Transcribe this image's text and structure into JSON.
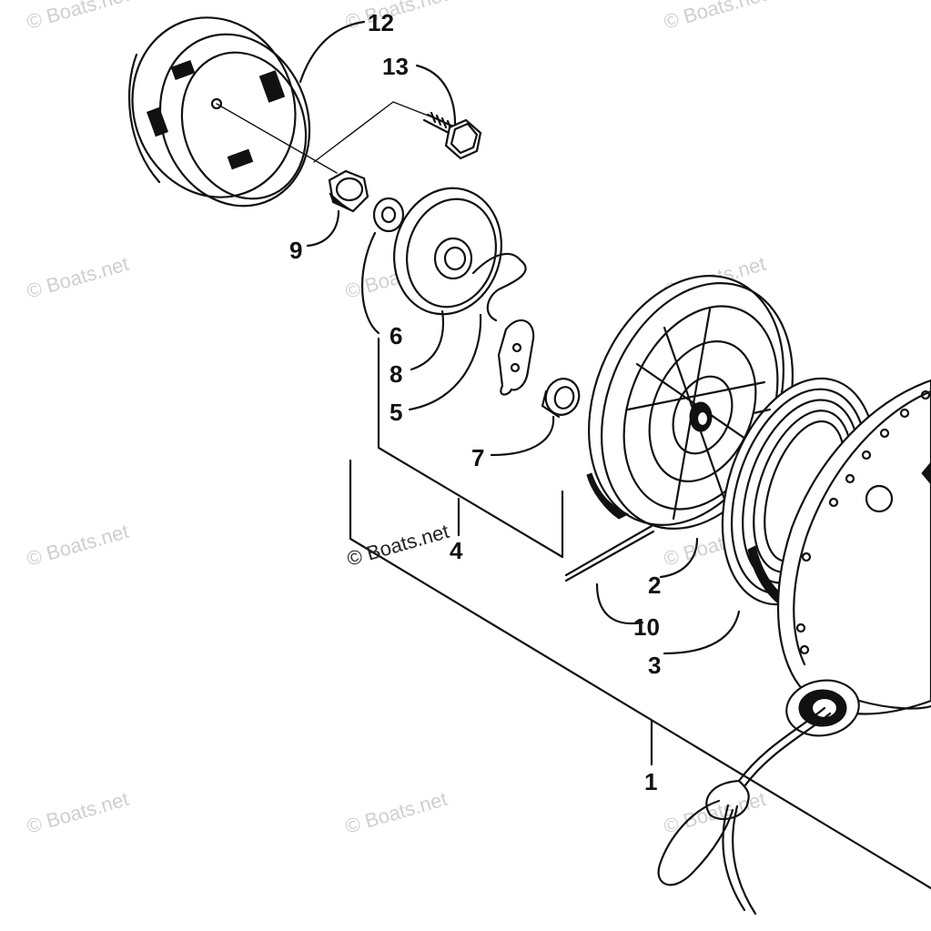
{
  "watermark": {
    "text": "© Boats.net",
    "prominent_text": "© Boats.net"
  },
  "callouts": {
    "c1": "1",
    "c2": "2",
    "c3": "3",
    "c4": "4",
    "c5": "5",
    "c6": "6",
    "c7": "7",
    "c8": "8",
    "c9": "9",
    "c10": "10",
    "c12": "12",
    "c13": "13"
  },
  "colors": {
    "ink": "#111111",
    "watermark": "#cfcfcf",
    "background": "#ffffff"
  }
}
